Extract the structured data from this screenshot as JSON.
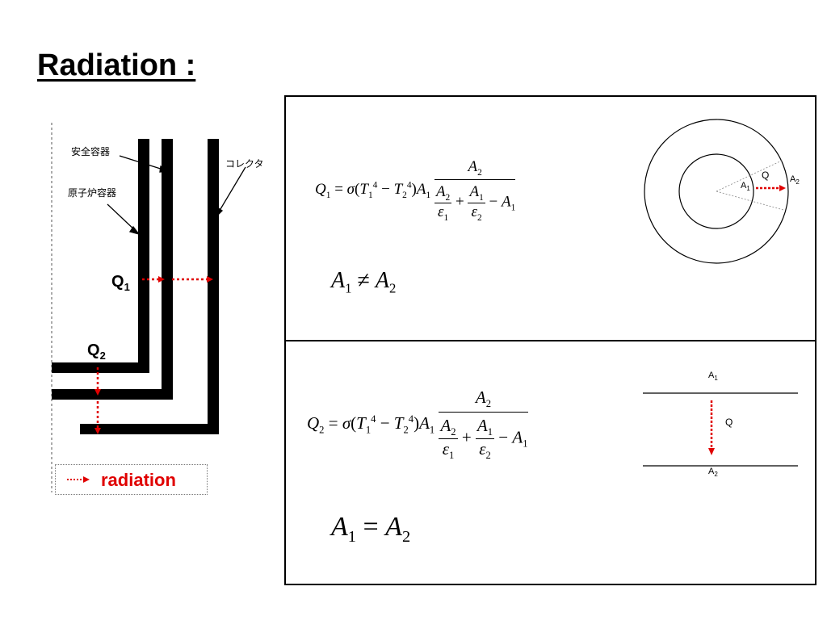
{
  "title": "Radiation :",
  "left_diagram": {
    "labels": {
      "containment": "安全容器",
      "reactor_vessel": "原子炉容器",
      "collector": "コレクタ",
      "q1": "Q",
      "q1_sub": "1",
      "q2": "Q",
      "q2_sub": "2"
    },
    "legend": {
      "label": "radiation"
    },
    "colors": {
      "wall": "#000000",
      "radiation": "#e00000"
    }
  },
  "top_panel": {
    "relation": {
      "lhs": "A",
      "lhs_sub": "1",
      "op": "≠",
      "rhs": "A",
      "rhs_sub": "2"
    },
    "figure": {
      "q": "Q",
      "a1": "A",
      "a1_sub": "1",
      "a2": "A",
      "a2_sub": "2"
    }
  },
  "bottom_panel": {
    "relation": {
      "lhs": "A",
      "lhs_sub": "1",
      "op": "=",
      "rhs": "A",
      "rhs_sub": "2"
    },
    "figure": {
      "q": "Q",
      "a1": "A",
      "a1_sub": "1",
      "a2": "A",
      "a2_sub": "2"
    }
  }
}
